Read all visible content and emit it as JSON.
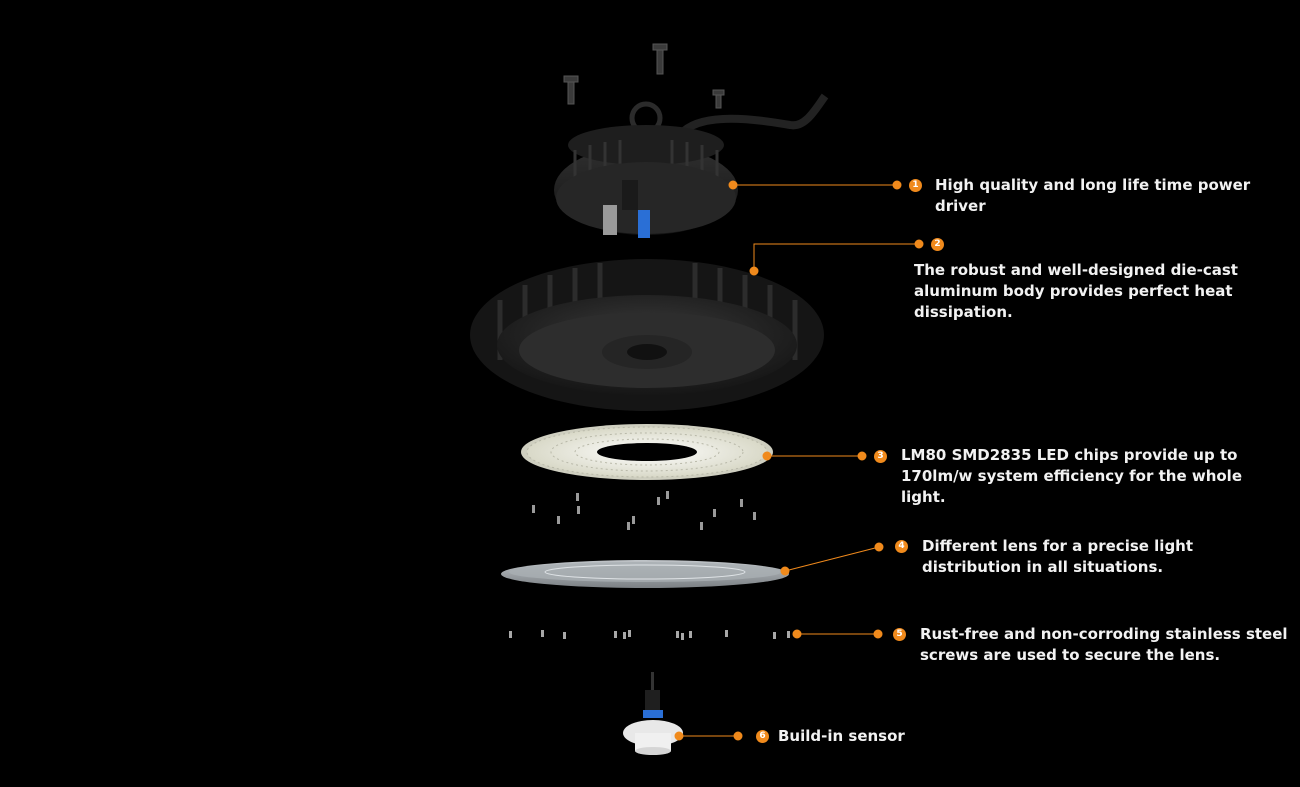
{
  "accent_color": "#f08a1c",
  "features": [
    {
      "number": "1",
      "text": "High quality and long life time power driver"
    },
    {
      "number": "2",
      "text": "The robust and well-designed die-cast aluminum body provides perfect heat dissipation."
    },
    {
      "number": "3",
      "text": "LM80 SMD2835 LED chips provide up to 170lm/w system efficiency for the whole light."
    },
    {
      "number": "4",
      "text": "Different lens for a precise light distribution in all situations."
    },
    {
      "number": "5",
      "text": "Rust-free and non-corroding stainless steel screws are used to secure the lens."
    },
    {
      "number": "6",
      "text": "Build-in sensor"
    }
  ]
}
